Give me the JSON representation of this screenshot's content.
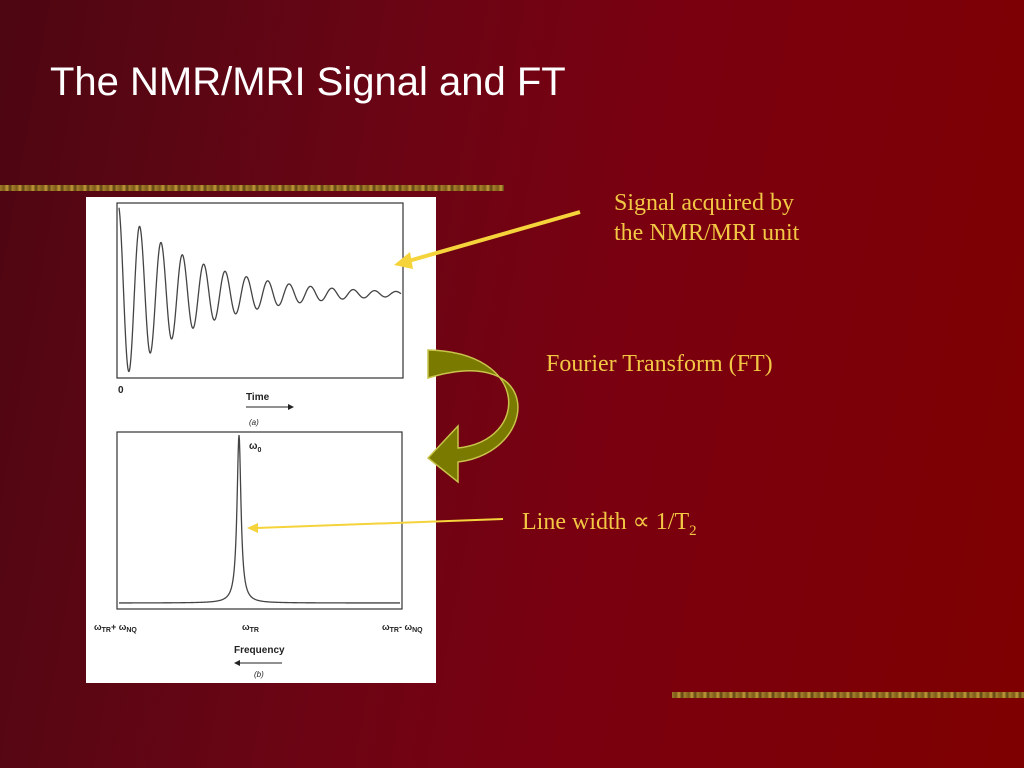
{
  "slide": {
    "title": "The NMR/MRI Signal and FT",
    "captions": {
      "signal_line1": "Signal acquired by",
      "signal_line2": "the NMR/MRI unit",
      "transform": "Fourier Transform (FT)",
      "linewidth_prefix": "Line width ∝ 1/T",
      "linewidth_subscript": "2"
    }
  },
  "figure": {
    "panel_a": {
      "origin_label": "0",
      "axis_label": "Time",
      "panel_label": "(a)"
    },
    "panel_b": {
      "peak_label": "ω",
      "peak_sub": "0",
      "left_label": "ω",
      "left_sub": "TR",
      "left_plus": "+ ω",
      "left_sub2": "NQ",
      "center_label": "ω",
      "center_sub": "TR",
      "right_label": "ω",
      "right_sub": "TR",
      "right_minus": "- ω",
      "right_sub2": "NQ",
      "axis_label": "Frequency",
      "panel_label": "(b)"
    }
  },
  "colors": {
    "caption": "#f2c744",
    "arrow_fill": "#7a7a00",
    "arrow_line": "#f5d33a"
  }
}
